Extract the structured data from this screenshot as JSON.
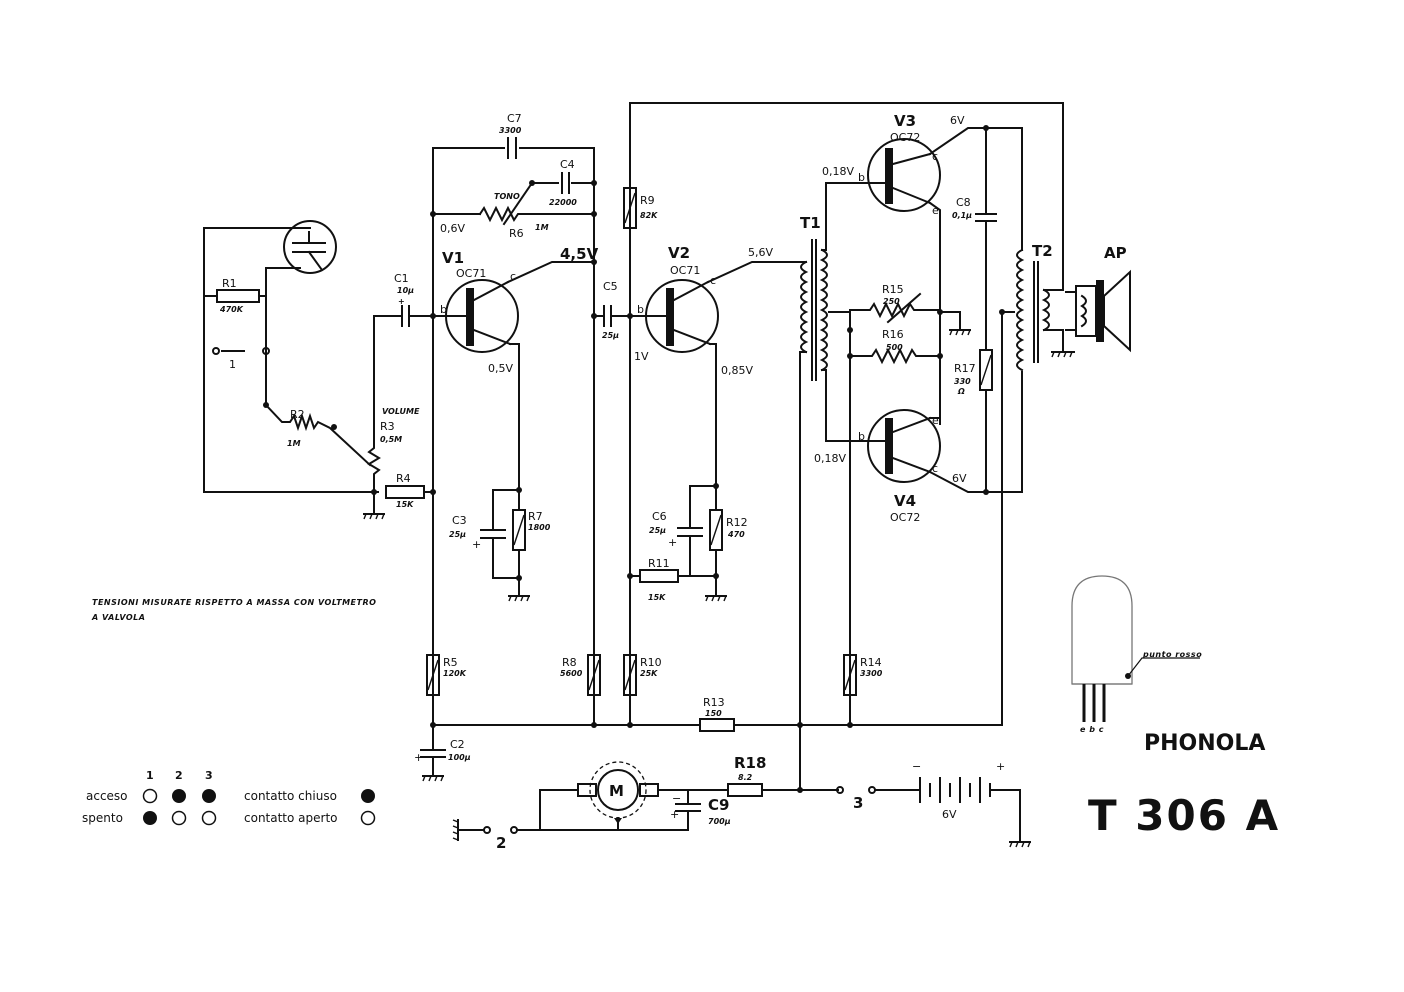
{
  "components": {
    "R1": {
      "name": "R1",
      "value": "470K"
    },
    "R2": {
      "name": "R2",
      "value": "1M"
    },
    "R3": {
      "name": "R3",
      "value": "0,5M",
      "function": "VOLUME"
    },
    "R4": {
      "name": "R4",
      "value": "15K"
    },
    "R5": {
      "name": "R5",
      "value": "120K"
    },
    "R6": {
      "name": "R6",
      "value": "1M",
      "function": "TONO"
    },
    "R7": {
      "name": "R7",
      "value": "1800"
    },
    "R8": {
      "name": "R8",
      "value": "5600"
    },
    "R9": {
      "name": "R9",
      "value": "82K"
    },
    "R10": {
      "name": "R10",
      "value": "25K"
    },
    "R11": {
      "name": "R11",
      "value": "15K"
    },
    "R12": {
      "name": "R12",
      "value": "470"
    },
    "R13": {
      "name": "R13",
      "value": "150"
    },
    "R14": {
      "name": "R14",
      "value": "3300"
    },
    "R15": {
      "name": "R15",
      "value": "250"
    },
    "R16": {
      "name": "R16",
      "value": "500"
    },
    "R17": {
      "name": "R17",
      "value": "330",
      "unit": "Ω"
    },
    "R18": {
      "name": "R18",
      "value": "8.2"
    },
    "C1": {
      "name": "C1",
      "value": "10µ"
    },
    "C2": {
      "name": "C2",
      "value": "100µ"
    },
    "C3": {
      "name": "C3",
      "value": "25µ"
    },
    "C4": {
      "name": "C4",
      "value": "22000"
    },
    "C5": {
      "name": "C5",
      "value": "25µ"
    },
    "C6": {
      "name": "C6",
      "value": "25µ"
    },
    "C7": {
      "name": "C7",
      "value": "3300"
    },
    "C8": {
      "name": "C8",
      "value": "0,1µ"
    },
    "C9": {
      "name": "C9",
      "value": "700µ"
    },
    "V1": {
      "name": "V1",
      "type": "OC71"
    },
    "V2": {
      "name": "V2",
      "type": "OC71"
    },
    "V3": {
      "name": "V3",
      "type": "OC72"
    },
    "V4": {
      "name": "V4",
      "type": "OC72"
    },
    "T1": "T1",
    "T2": "T2",
    "AP": "AP",
    "motor": "M",
    "battery": "6V"
  },
  "voltages": {
    "v1_base": "0,6V",
    "v1_collector": "4,5V",
    "v1_emitter": "0,5V",
    "v2_collector": "5,6V",
    "v2_base": "1V",
    "v2_emitter": "0,85V",
    "v3_base": "0,18V",
    "v3_collector": "6V",
    "v4_base": "0,18V",
    "v4_collector": "6V"
  },
  "pins": {
    "b": "b",
    "c": "c",
    "e": "e"
  },
  "switches": {
    "s1": "1",
    "s2": "2",
    "s3": "3"
  },
  "note": {
    "line1": "TENSIONI MISURATE RISPETTO A MASSA CON VOLTMETRO",
    "line2": "A VALVOLA"
  },
  "legend": {
    "columns": [
      "1",
      "2",
      "3"
    ],
    "acceso": "acceso",
    "spento": "spento",
    "acceso_states": [
      false,
      true,
      true
    ],
    "spento_states": [
      true,
      false,
      false
    ],
    "contatto_chiuso": "contatto chiuso",
    "contatto_aperto": "contatto aperto"
  },
  "transistor_drawing": {
    "label": "punto rosso",
    "pins": "e b c"
  },
  "brand": "PHONOLA",
  "model": "T 306 A"
}
